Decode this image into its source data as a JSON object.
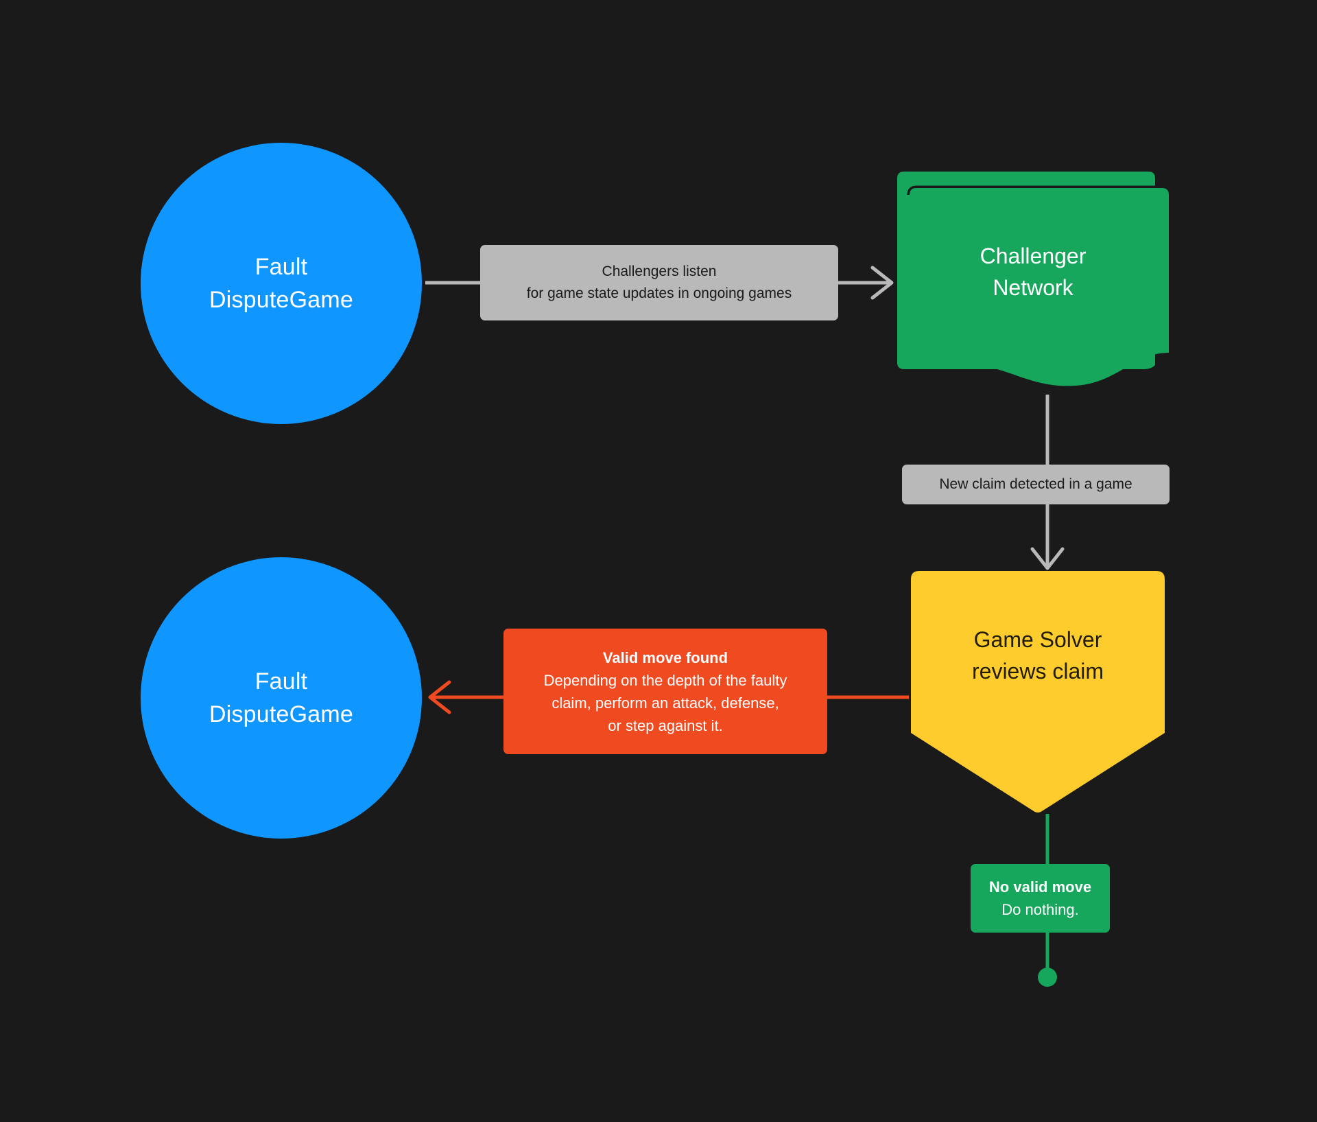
{
  "diagram": {
    "background_color": "#1a1a1a",
    "nodes": [
      {
        "id": "fault-dispute-game-top",
        "shape": "circle",
        "color": "#1097ff",
        "text_color": "#ffffff",
        "lines": [
          "Fault",
          "DisputeGame"
        ]
      },
      {
        "id": "challenger-network",
        "shape": "multi-document",
        "color": "#16a75c",
        "text_color": "#ffffff",
        "lines": [
          "Challenger",
          "Network"
        ]
      },
      {
        "id": "game-solver",
        "shape": "pentagon-down",
        "color": "#ffcc2e",
        "text_color": "#221c00",
        "lines": [
          "Game Solver",
          "reviews claim"
        ]
      },
      {
        "id": "fault-dispute-game-bottom",
        "shape": "circle",
        "color": "#1097ff",
        "text_color": "#ffffff",
        "lines": [
          "Fault",
          "DisputeGame"
        ]
      }
    ],
    "edges": [
      {
        "id": "edge-listen",
        "from": "fault-dispute-game-top",
        "to": "challenger-network",
        "color": "#b9b9b9",
        "arrowhead": "open-v",
        "label": {
          "style": "grey",
          "lines": [
            {
              "text": "Challengers listen",
              "bold": false
            },
            {
              "text": "for game state updates in ongoing games",
              "bold": false
            }
          ]
        }
      },
      {
        "id": "edge-new-claim",
        "from": "challenger-network",
        "to": "game-solver",
        "color": "#b9b9b9",
        "arrowhead": "open-v",
        "label": {
          "style": "grey",
          "lines": [
            {
              "text": "New claim detected in a game",
              "bold": false
            }
          ]
        }
      },
      {
        "id": "edge-valid-move",
        "from": "game-solver",
        "to": "fault-dispute-game-bottom",
        "color": "#f04a21",
        "arrowhead": "open-v",
        "label": {
          "style": "orange",
          "lines": [
            {
              "text": "Valid move found",
              "bold": true
            },
            {
              "text": "Depending on the depth of the faulty",
              "bold": false
            },
            {
              "text": "claim, perform an attack, defense,",
              "bold": false
            },
            {
              "text": "or step against it.",
              "bold": false
            }
          ]
        }
      },
      {
        "id": "edge-no-valid-move",
        "from": "game-solver",
        "to": "terminator-dot",
        "color": "#16a75c",
        "arrowhead": "dot",
        "label": {
          "style": "green",
          "lines": [
            {
              "text": "No valid move",
              "bold": true
            },
            {
              "text": "Do nothing.",
              "bold": false
            }
          ]
        }
      }
    ]
  }
}
